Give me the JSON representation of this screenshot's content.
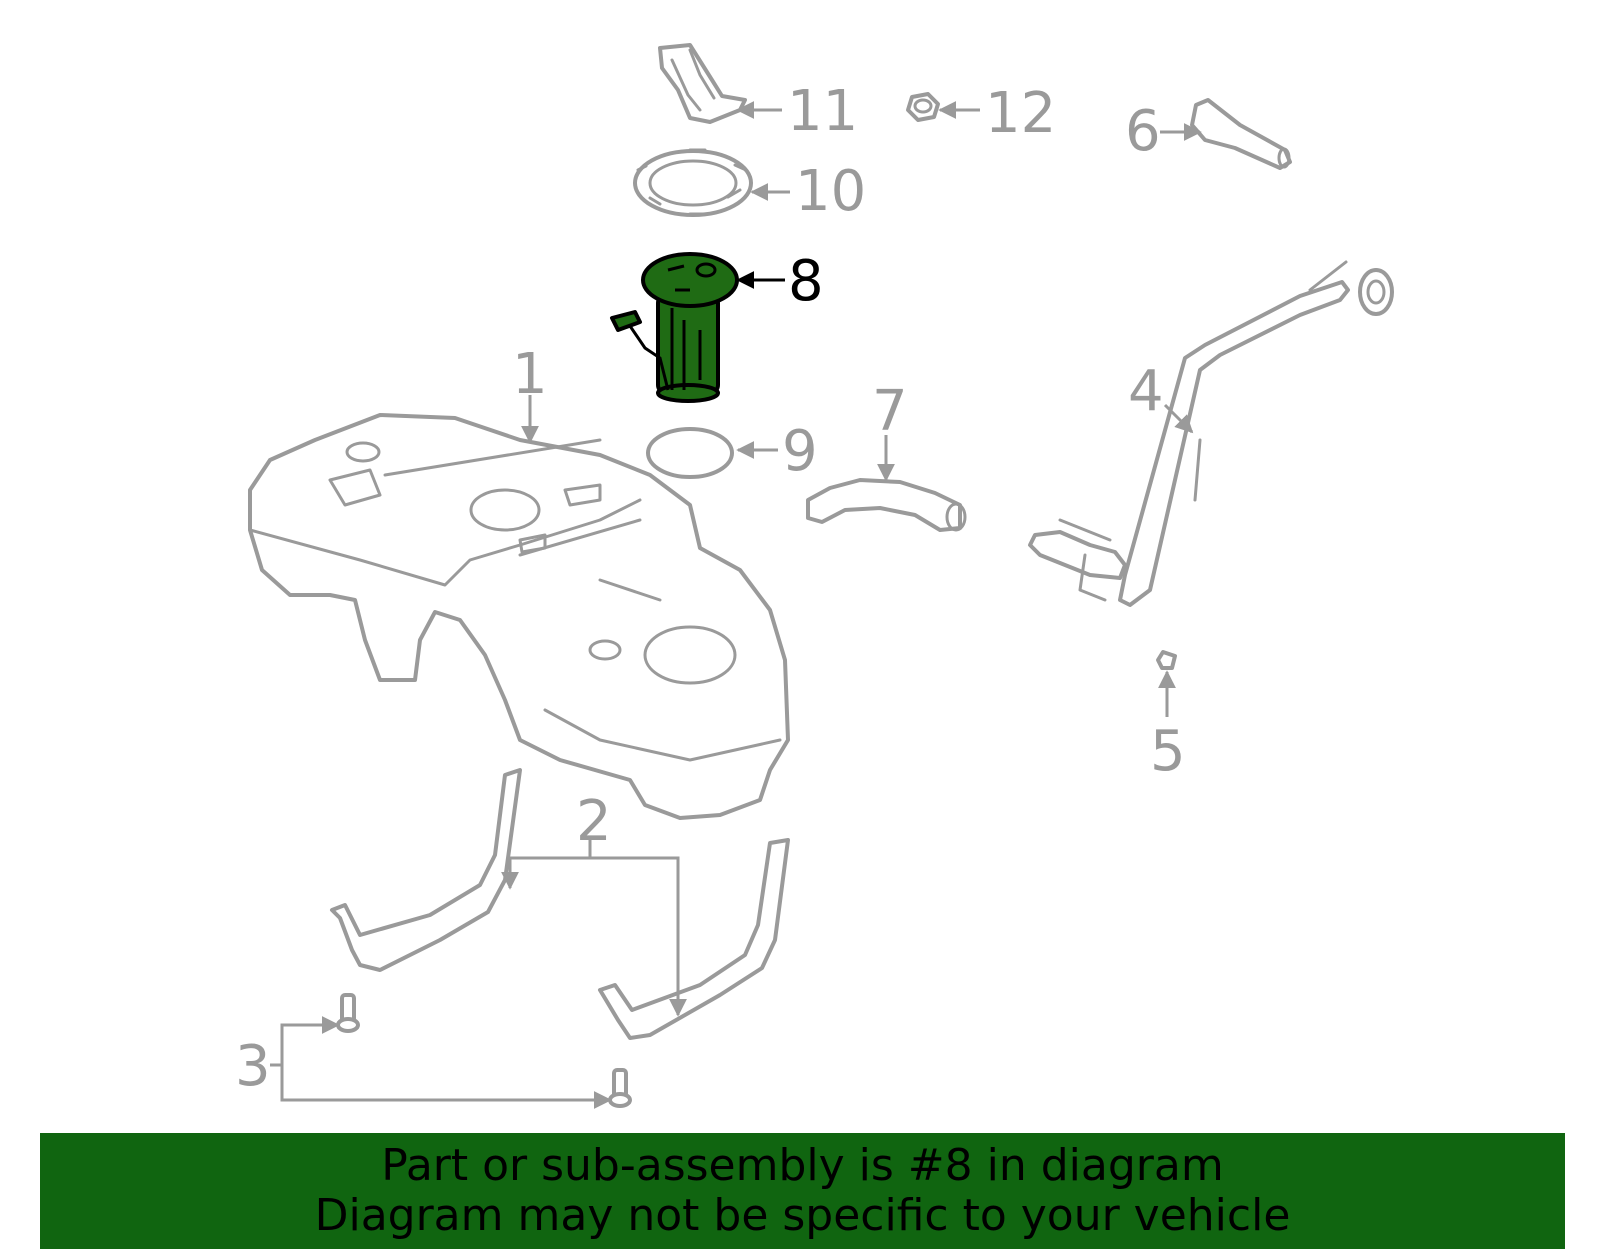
{
  "diagram": {
    "highlight_color": "#1f6b14",
    "line_color": "#9a9a9a",
    "callouts": [
      {
        "id": "1",
        "label": "1",
        "part": "fuel-tank"
      },
      {
        "id": "2",
        "label": "2",
        "part": "tank-straps"
      },
      {
        "id": "3",
        "label": "3",
        "part": "strap-bolts"
      },
      {
        "id": "4",
        "label": "4",
        "part": "filler-pipe"
      },
      {
        "id": "5",
        "label": "5",
        "part": "clip"
      },
      {
        "id": "6",
        "label": "6",
        "part": "vent-hose"
      },
      {
        "id": "7",
        "label": "7",
        "part": "hose"
      },
      {
        "id": "8",
        "label": "8",
        "part": "fuel-pump-module",
        "highlighted": true
      },
      {
        "id": "9",
        "label": "9",
        "part": "seal-ring"
      },
      {
        "id": "10",
        "label": "10",
        "part": "lock-ring"
      },
      {
        "id": "11",
        "label": "11",
        "part": "bracket"
      },
      {
        "id": "12",
        "label": "12",
        "part": "nut"
      }
    ]
  },
  "banner": {
    "line1": "Part or sub-assembly is #8 in diagram",
    "line2": "Diagram may not be specific to your vehicle",
    "color": "#106510"
  }
}
